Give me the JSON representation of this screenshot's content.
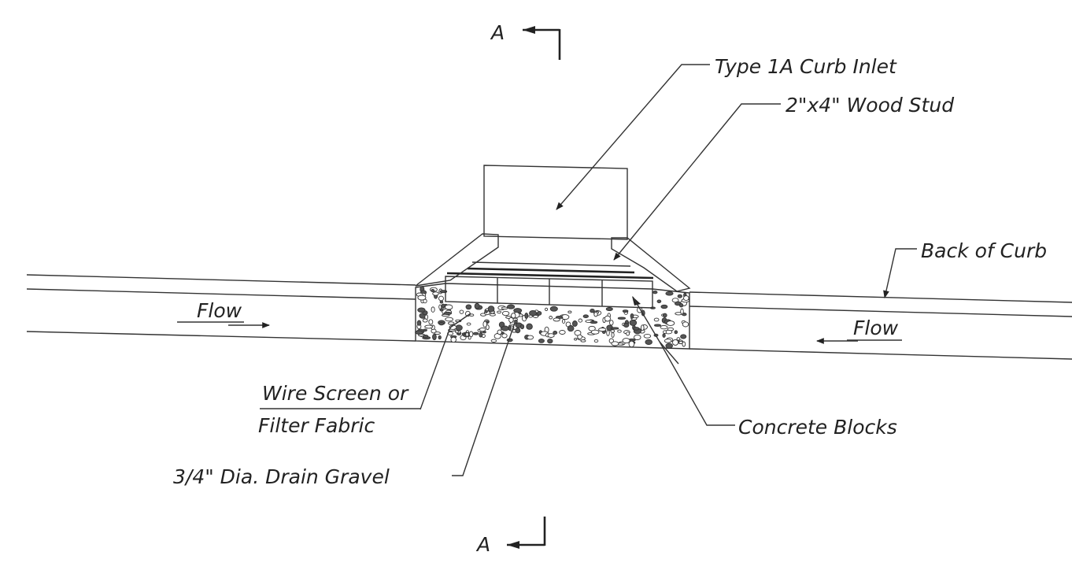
{
  "labels": {
    "section_top": "A",
    "section_bottom": "A",
    "curb_inlet": "Type 1A Curb Inlet",
    "wood_stud": "2\"x4\" Wood Stud",
    "back_of_curb": "Back of Curb",
    "flow_left": "Flow",
    "flow_right": "Flow",
    "wire_screen_line1": "Wire Screen or",
    "wire_screen_line2": "Filter Fabric",
    "concrete_blocks": "Concrete Blocks",
    "drain_gravel": "3/4\" Dia. Drain Gravel"
  },
  "colors": {
    "line": "#333333",
    "text": "#222222",
    "background": "#ffffff"
  }
}
